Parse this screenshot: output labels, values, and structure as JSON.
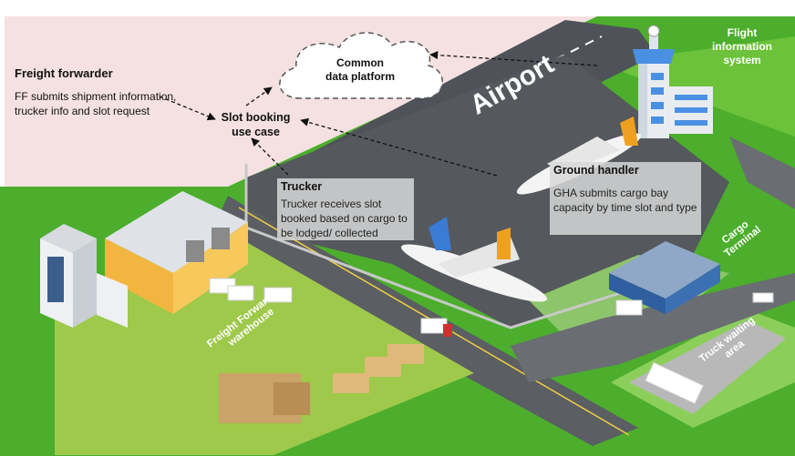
{
  "cloud": {
    "title": "Common\ndata platform"
  },
  "freight_forwarder": {
    "title": "Freight forwarder",
    "description": "FF submits shipment information, trucker info and slot request"
  },
  "slot_booking": {
    "title": "Slot booking use case"
  },
  "flight_info": {
    "title": "Flight information system"
  },
  "trucker": {
    "title": "Trucker",
    "description": "Trucker receives slot booked based on cargo to be lodged/ collected"
  },
  "ground_handler": {
    "title": "Ground handler",
    "description": "GHA submits cargo bay capacity by time slot and type"
  },
  "scene_labels": {
    "airport": "Airport",
    "cargo_terminal": "Cargo Terminal",
    "truck_waiting": "Truck waiting area",
    "ff_warehouse": "Freight Forwarder warehouse"
  },
  "colors": {
    "grass": "#4cae2c",
    "grass_light": "#7fd14b",
    "sky_pink": "#f5e1e1",
    "tarmac": "#4f5359",
    "road": "#5b5e63",
    "building_blue": "#2f5f9e"
  }
}
